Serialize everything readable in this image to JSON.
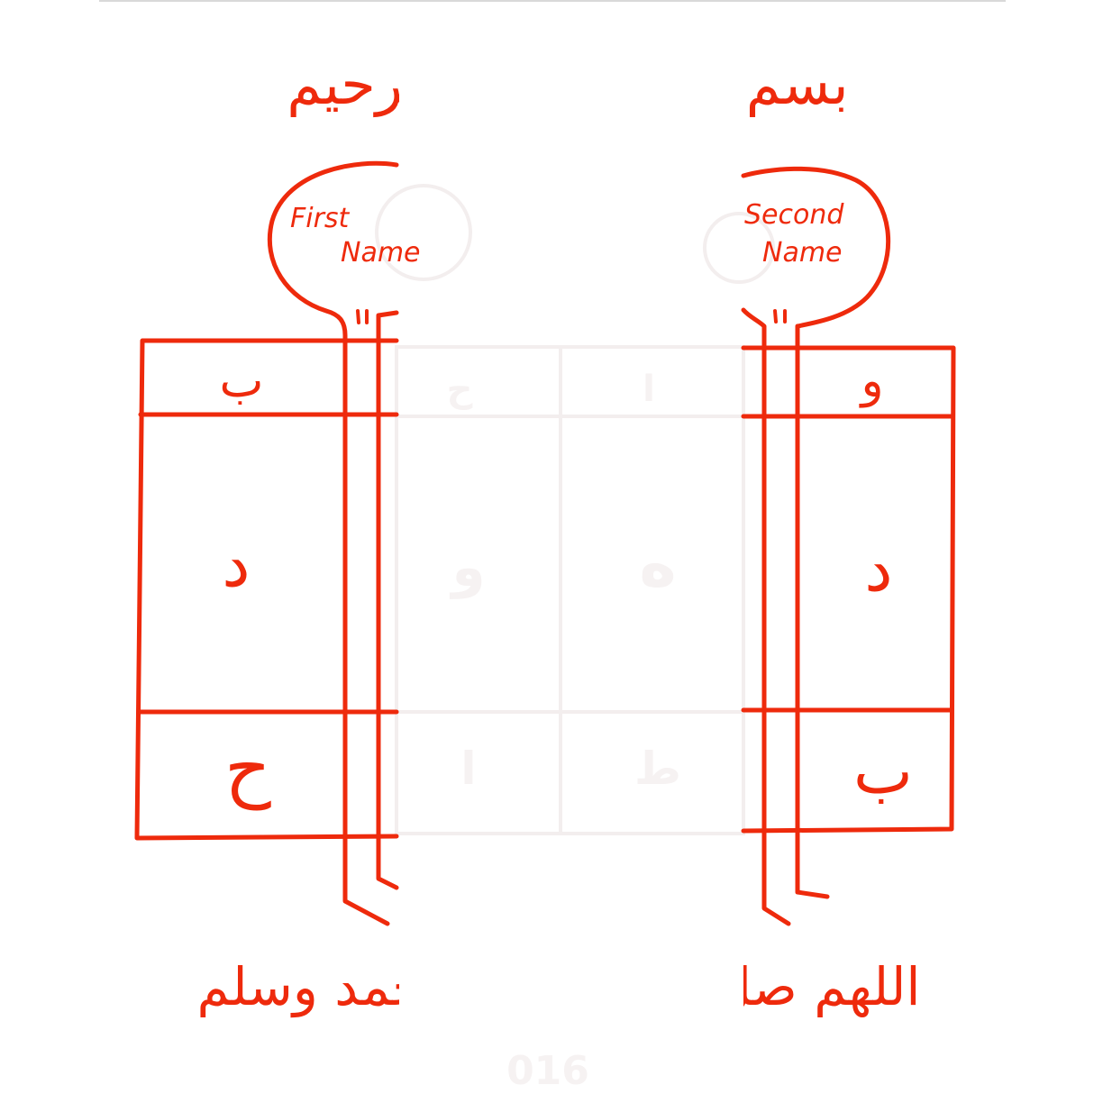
{
  "header_basmala": "بسم الله الرحمن الرحيم",
  "left_circle_label": {
    "line1": "First",
    "line2": "Name"
  },
  "right_circle_label": {
    "line1": "Second",
    "line2": "Name"
  },
  "left_box": {
    "top": "ب",
    "middle": "د",
    "bottom": "ح"
  },
  "right_box": {
    "top": "و",
    "middle": "د",
    "bottom": "ب"
  },
  "center_box": {
    "top_left": "ح",
    "top_right": "ا",
    "middle_left": "و",
    "middle_right": "ه",
    "bottom_left": "ا",
    "bottom_right": "ط"
  },
  "footer_salawat": "اللهم صل على سيدنا محمد وسلم",
  "page_number": "016",
  "colors": {
    "ink": "#ee2a0c",
    "faded": "#f3eeee"
  }
}
